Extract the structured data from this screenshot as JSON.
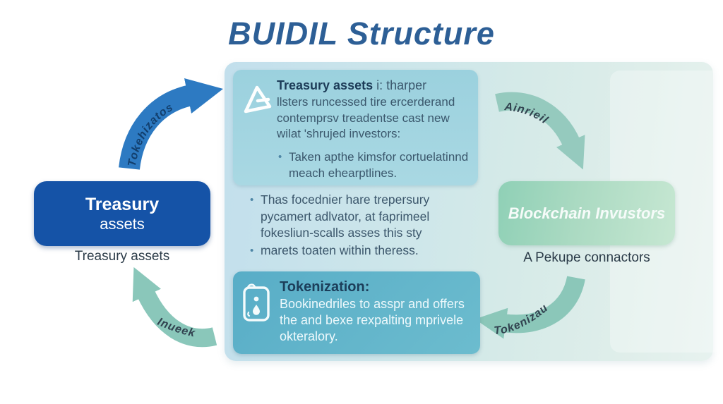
{
  "title": "BUIDIL Structure",
  "treasury_card": {
    "heading_bold": "Treasury assets",
    "heading_rest": " i: tharper",
    "body": "llsters runcessed tire ercerderand contemprsv treadentse cast new wilat 'shrujed investors:",
    "bullet": "Taken apthe kimsfor cortuelatinnd meach ehearptlines."
  },
  "panel_bullets": {
    "b1": "Thas focednier hare trepersury pycamert adlvator, at faprimeel fokesliun-scalls asses this sty",
    "b2": "marets toaten within theress."
  },
  "tokenization_card": {
    "heading": "Tokenization:",
    "body": "Bookinedriles to asspr and offers the and bexe rexpalting mprivele okteralory."
  },
  "left_node": {
    "line1": "Treasury",
    "line2": "assets",
    "caption": "Treasury assets"
  },
  "right_node": {
    "label": "Blockchain Invustors",
    "caption": "A Pekupe connactors"
  },
  "arrows": {
    "top_left": "Tokehizatos",
    "top_right": "Ainrieil",
    "bottom_right": "Tokenizau",
    "bottom_left": "Inueek"
  },
  "colors": {
    "title": "#2d5f96",
    "arrow_blue": "#2d7ac2",
    "arrow_teal": "#93cabd",
    "node_blue": "#1553a7",
    "node_green": "#9cd4bb",
    "card_light_teal": "#a3d5e1",
    "card_medium_teal": "#63b5cb"
  }
}
